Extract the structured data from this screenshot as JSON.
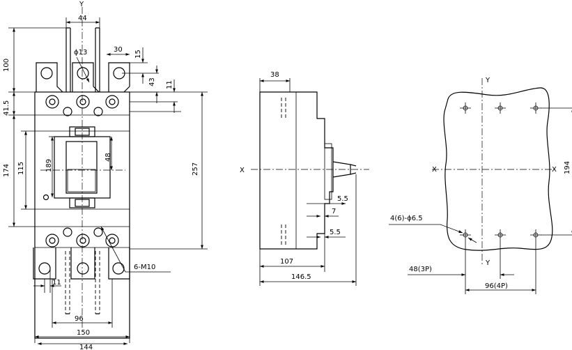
{
  "axis": {
    "y": "Y",
    "x": "X"
  },
  "front_view": {
    "dims": {
      "w44": "44",
      "hole13": "ϕ13",
      "w30": "30",
      "h15": "15",
      "h100": "100",
      "h43": "43",
      "h11_top": "11",
      "h41_5": "41.5",
      "h174": "174",
      "h115": "115",
      "h189": "189",
      "h48": "48",
      "h257": "257",
      "thread": "6-M10",
      "w11_bot": "11",
      "w96": "96",
      "w150": "150",
      "w144": "144"
    }
  },
  "side_view": {
    "dims": {
      "d38": "38",
      "d5_5_top": "5.5",
      "d7": "7",
      "d5_5_bot": "5.5",
      "d107": "107",
      "d146_5": "146.5"
    }
  },
  "panel_view": {
    "dims": {
      "holes": "4(6)-ϕ6.5",
      "h194": "194",
      "p48": "48(3P)",
      "p96": "96(4P)"
    }
  }
}
